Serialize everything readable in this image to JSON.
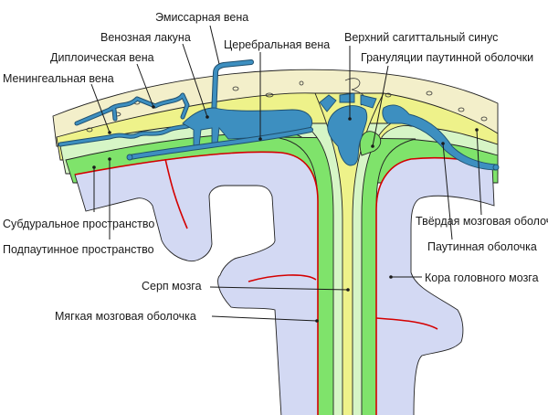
{
  "title": "Оболочки головного мозга",
  "colors": {
    "bone": "#f3efca",
    "dura": "#eef28a",
    "arachnoid": "#d6f5c6",
    "subarachnoid": "#7fe36b",
    "cortex": "#d3d9f3",
    "pia": "#d40000",
    "vein": "#3d8fc0"
  },
  "labels": {
    "emissary_vein": "Эмиссарная вена",
    "venous_lacuna": "Венозная лакуна",
    "cerebral_vein": "Церебральная вена",
    "superior_sagittal_sinus": "Верхний сагиттальный синус",
    "arachnoid_granulations": "Грануляции паутинной оболочки",
    "diploic_vein": "Диплоическая вена",
    "meningeal_vein": "Менингеальная вена",
    "subdural_space": "Субдуральное пространство",
    "subarachnoid_space": "Подпаутинное пространство",
    "dura_mater": "Твёрдая мозговая оболочка",
    "arachnoid_mater": "Паутинная оболочка",
    "cerebral_cortex": "Кора головного мозга",
    "falx_cerebri": "Серп мозга",
    "pia_mater": "Мягкая мозговая оболочка"
  }
}
